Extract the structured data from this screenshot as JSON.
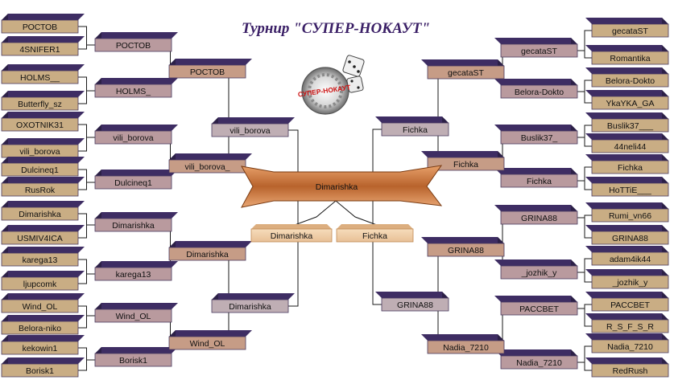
{
  "title": "Турнир \"СУПЕР-НОКАУТ\"",
  "logo": {
    "text": "СУПЕР-НОКАУТ"
  },
  "colors": {
    "tan": "#c9ad84",
    "mauve": "#b99a9e",
    "maroon": "#c69c86",
    "grey": "#bfaeb4",
    "copper": "#cf8450",
    "pale": "#f0cfa8",
    "lines": "#1a1a1a"
  },
  "left": {
    "r1": [
      "РОСТОВ",
      "4SNIFER1",
      "HOLMS__",
      "Butterfly_sz",
      "OXOTNIK31",
      "vili_borova",
      "Dulcineq1",
      "RusRok",
      "Dimarishka",
      "USMIV4ICA",
      "karega13",
      "ljupcomk",
      "Wind_OL",
      "Belora-niko",
      "kekowin1",
      "Borisk1"
    ],
    "r2": [
      "РОСТОВ",
      "HOLMS_",
      "vili_borova",
      "Dulcineq1",
      "Dimarishka",
      "karega13",
      "Wind_OL",
      "Borisk1"
    ],
    "r3": [
      "РОСТОВ",
      "vili_borova_",
      "Dimarishka",
      "Wind_OL"
    ],
    "r4": [
      "vili_borova",
      "Dimarishka"
    ]
  },
  "right": {
    "r1": [
      "gecataST",
      "Romantika",
      "Belora-Dokto",
      "YkaYKA_GA",
      "Buslik37___",
      "44neli44",
      "Fichka",
      "HoTTiE___",
      "Rumi_vn66",
      "GRINA88",
      "adam4ik44",
      "_jozhik_y",
      "PACCBET",
      "R_S_F_S_R",
      "Nadia_7210",
      "RedRush"
    ],
    "r2": [
      "gecataST",
      "Belora-Dokto",
      "Buslik37_",
      "Fichka",
      "GRINA88",
      "_jozhik_y",
      "PACCBET",
      "Nadia_7210"
    ],
    "r3": [
      "gecataST",
      "Fichka",
      "GRINA88",
      "Nadia_7210"
    ],
    "r4": [
      "Fichka",
      "GRINA88"
    ]
  },
  "semifinal": {
    "left": "Dimarishka",
    "right": "Fichka"
  },
  "final": "Dimarishka"
}
